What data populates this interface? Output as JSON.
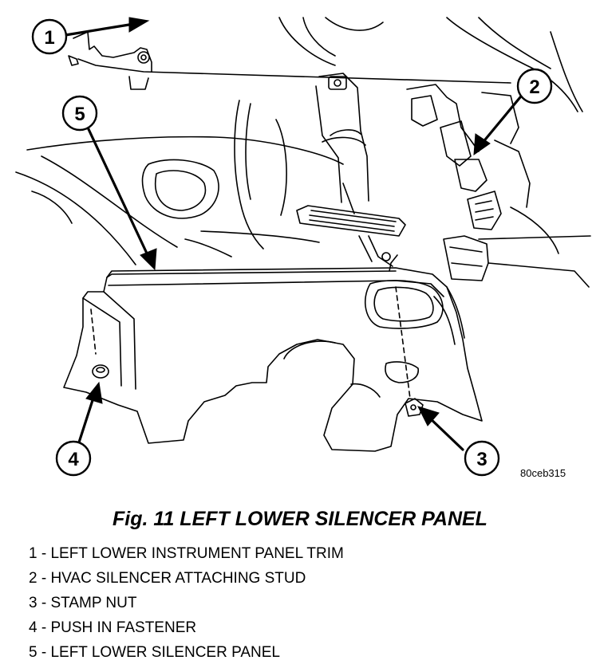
{
  "figure_code": "80ceb315",
  "caption": "Fig. 11 LEFT LOWER SILENCER PANEL",
  "callouts": [
    "1",
    "2",
    "3",
    "4",
    "5"
  ],
  "legend": [
    {
      "text": "1 - LEFT LOWER INSTRUMENT PANEL TRIM"
    },
    {
      "text": "2 - HVAC SILENCER ATTACHING STUD"
    },
    {
      "text": "3 - STAMP NUT"
    },
    {
      "text": "4 - PUSH IN FASTENER"
    },
    {
      "text": "5 - LEFT LOWER SILENCER PANEL"
    }
  ]
}
